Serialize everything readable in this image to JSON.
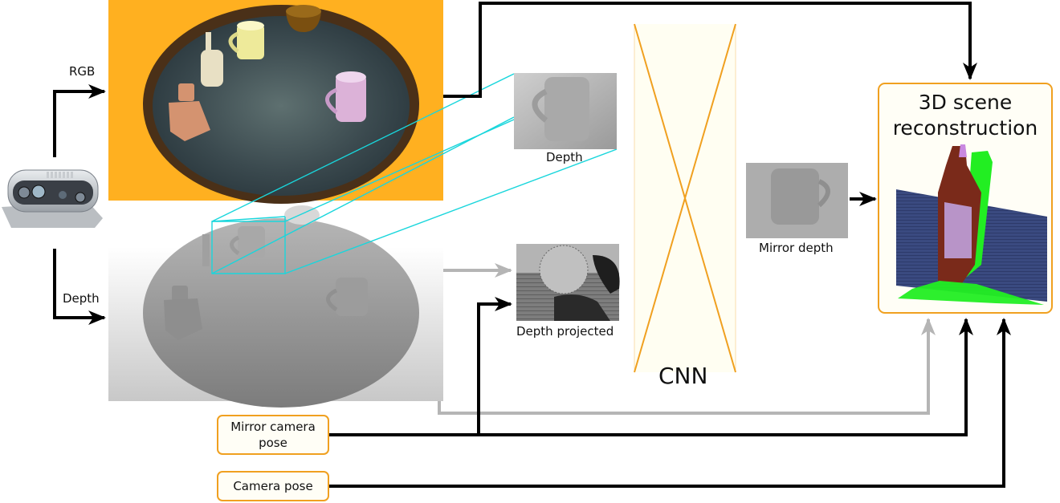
{
  "labels": {
    "rgb": "RGB",
    "depth_input": "Depth",
    "depth_crop": "Depth",
    "depth_projected": "Depth projected",
    "mirror_depth": "Mirror depth",
    "cnn": "CNN"
  },
  "inputs": {
    "mirror_camera_pose_line1": "Mirror camera",
    "mirror_camera_pose_line2": "pose",
    "camera_pose": "Camera pose"
  },
  "output": {
    "title_line1": "3D scene",
    "title_line2": "reconstruction"
  },
  "colors": {
    "accent_orange": "#f0a020",
    "rgb_background": "#ffb020",
    "highlight_cyan": "#19d6dc",
    "arrow_black": "#000000",
    "arrow_gray": "#b5b5b5",
    "point_cloud_green": "#22ee22",
    "point_cloud_blue": "#3a4a80"
  }
}
